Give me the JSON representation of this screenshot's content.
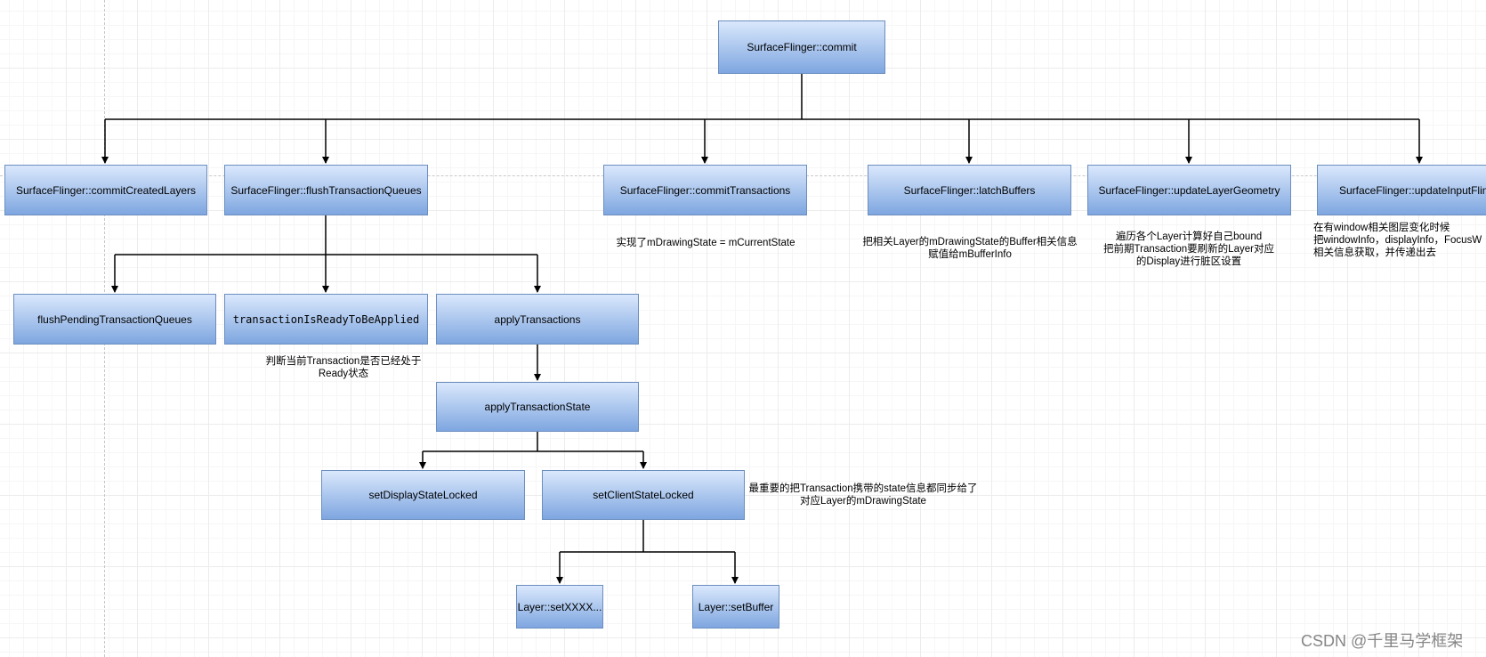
{
  "boxes": {
    "commit": "SurfaceFlinger::commit",
    "commit_created_layers": "SurfaceFlinger::commitCreatedLayers",
    "flush_transaction_queues": "SurfaceFlinger::flushTransactionQueues",
    "commit_transactions": "SurfaceFlinger::commitTransactions",
    "latch_buffers": "SurfaceFlinger::latchBuffers",
    "update_layer_geometry": "SurfaceFlinger::updateLayerGeometry",
    "update_input_flinger": "SurfaceFlinger::updateInputFlin",
    "flush_pending_transaction_queues": "flushPendingTransactionQueues",
    "transaction_is_ready": "transactionIsReadyToBeApplied",
    "apply_transactions": "applyTransactions",
    "apply_transaction_state": "applyTransactionState",
    "set_display_state_locked": "setDisplayStateLocked",
    "set_client_state_locked": "setClientStateLocked",
    "layer_set_xxxx": "Layer::setXXXX...",
    "layer_set_buffer": "Layer::setBuffer"
  },
  "notes": {
    "commit_transactions_note": "实现了mDrawingState = mCurrentState",
    "latch_buffers_note": "把相关Layer的mDrawingState的Buffer相关信息\n赋值给mBufferInfo",
    "update_layer_geometry_note": "遍历各个Layer计算好自己bound\n把前期Transaction要刷新的Layer对应\n的Display进行脏区设置",
    "update_input_flinger_note": "在有window相关图层变化时候\n把windowInfo，displayInfo，FocusW\n相关信息获取，并传递出去",
    "transaction_ready_note": "判断当前Transaction是否已经处于\nReady状态",
    "set_client_state_note": "最重要的把Transaction携带的state信息都同步给了\n对应Layer的mDrawingState"
  },
  "watermark": "CSDN @千里马学框架"
}
